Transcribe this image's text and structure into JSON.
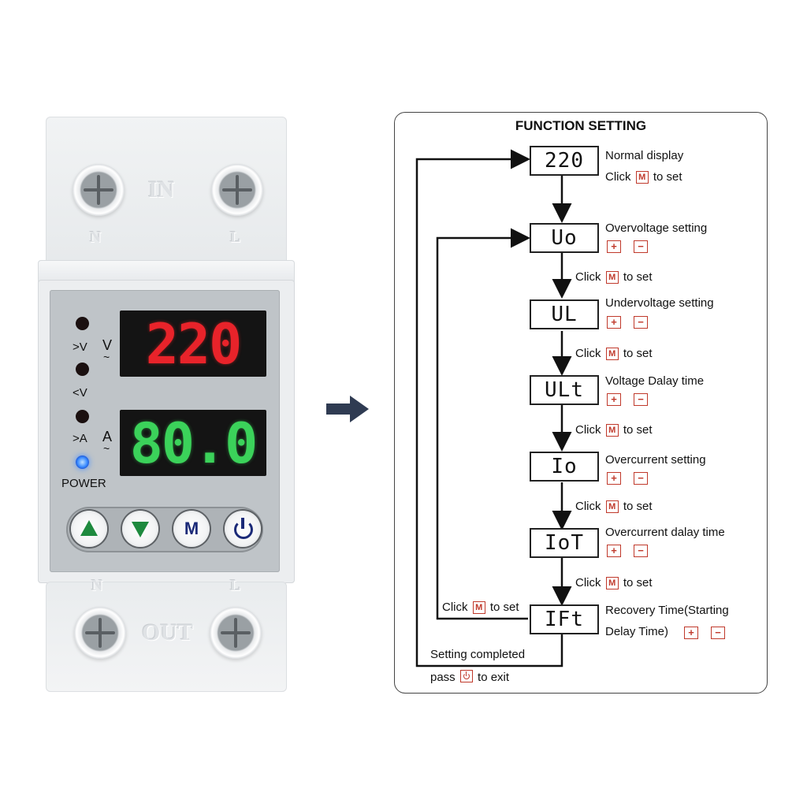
{
  "device": {
    "top_label_in": "IN",
    "top_label_n": "N",
    "top_label_l": "L",
    "bottom_label_out": "OUT",
    "bottom_label_n": "N",
    "bottom_label_l": "L",
    "indicator_over_v": ">V",
    "indicator_under_v": "<V",
    "indicator_over_a": ">A",
    "unit_v": "V",
    "unit_a": "A",
    "wave": "~",
    "voltage_display": "220",
    "current_display": "80.0",
    "power_label": "POWER",
    "button_m": "M"
  },
  "diagram": {
    "title": "FUNCTION SETTING",
    "steps": [
      {
        "code": "220",
        "desc": "Normal display",
        "click_pre": "Click",
        "click_key": "M",
        "click_post": "to set"
      },
      {
        "code": "Uo",
        "desc": "Overvoltage  setting",
        "plus": "+",
        "minus": "−"
      },
      {
        "code": "UL",
        "desc": "Undervoltage  setting",
        "plus": "+",
        "minus": "−"
      },
      {
        "code": "ULt",
        "desc": "Voltage  Dalay  time",
        "plus": "+",
        "minus": "−"
      },
      {
        "code": "Io",
        "desc": "Overcurrent  setting",
        "plus": "+",
        "minus": "−"
      },
      {
        "code": "IoT",
        "desc": "Overcurrent  dalay time",
        "plus": "+",
        "minus": "−"
      },
      {
        "code": "IFt",
        "desc": "Recovery Time(Starting",
        "desc2": "Delay Time)",
        "plus": "+",
        "minus": "−"
      }
    ],
    "click_text_pre": "Click",
    "click_key": "M",
    "click_text_post": "to set",
    "loop_click_pre": "Click",
    "loop_click_post": "to set",
    "completed_line1": "Setting  completed",
    "completed_line2_pre": "pass",
    "completed_line2_post": "to exit"
  }
}
